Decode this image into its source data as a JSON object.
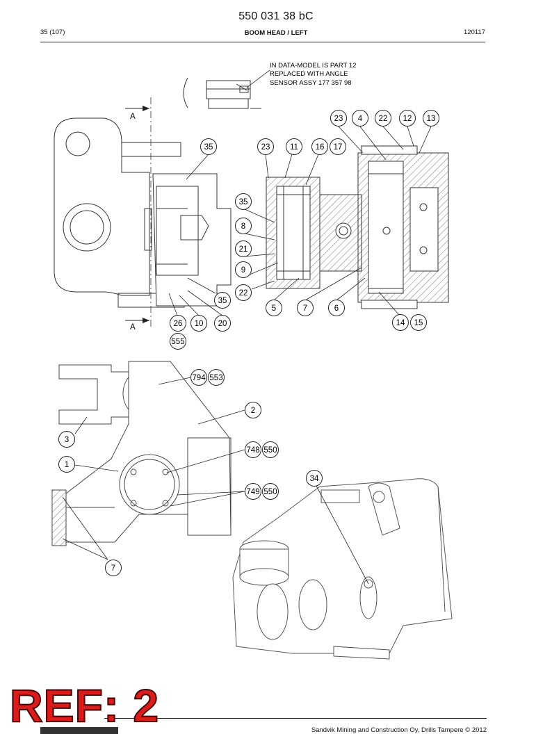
{
  "header": {
    "doc_number": "550 031 38 bC",
    "page_ref": "35 (107)",
    "section_title": "BOOM HEAD / LEFT",
    "date_code": "120117"
  },
  "note": {
    "lines": [
      "IN DATA-MODEL IS PART 12",
      "REPLACED WITH ANGLE",
      "SENSOR ASSY 177 357 98"
    ]
  },
  "section_markers": {
    "top": "A",
    "bottom": "A"
  },
  "callouts": {
    "top": [
      "35",
      "23",
      "11",
      "16",
      "17",
      "23",
      "4",
      "22",
      "12",
      "13",
      "35",
      "8",
      "21",
      "9",
      "22",
      "5",
      "7",
      "6",
      "14",
      "15",
      "35",
      "26",
      "10",
      "20",
      "555"
    ],
    "bottom": [
      "794",
      "553",
      "2",
      "3",
      "1",
      "748",
      "550",
      "749",
      "550",
      "34",
      "7"
    ]
  },
  "footer": {
    "copyright": "Sandvik Mining and Construction Oy, Drills Tampere © 2012"
  },
  "stamp": {
    "text": "REF: 2"
  }
}
